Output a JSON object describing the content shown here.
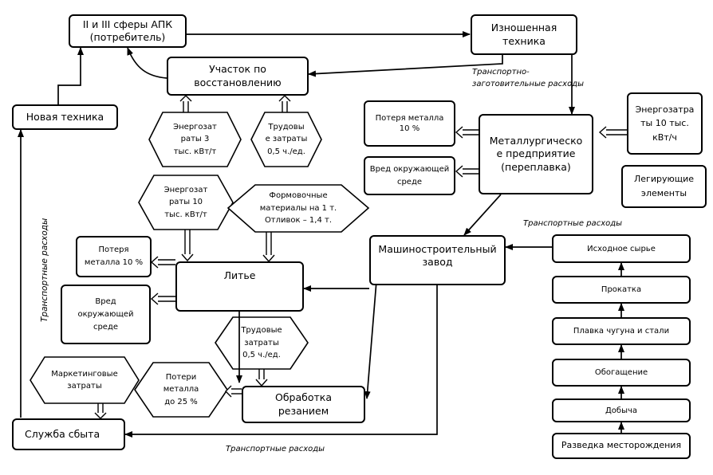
{
  "nodes": {
    "apk": "II и III сферы АПК\n(потребитель)",
    "worn": "Изношенная\nтехника",
    "restore": "Участок по\nвосстановлению",
    "newtech": "Новая техника",
    "metal_loss_1": "Потеря металла\n10 %",
    "metallurgy": "Металлургическо\nе предприятие\n(переплавка)",
    "energy_10_right": "Энергозатра\nты 10 тыс.\nкВт/ч",
    "env_harm_1": "Вред окружающей\nсреде",
    "alloy": "Легирующие\nэлементы",
    "energy_3": "Энергозат\nраты 3\nтыс. кВт/т",
    "labor_restore": "Трудовы\nе затраты\n0,5 ч./ед.",
    "energy_10_cast": "Энергозат\nраты 10\nтыс. кВт/т",
    "molding": "Формовочные\nматериалы на 1 т.\nОтливок – 1,4 т.",
    "machine_plant": "Машиностроительный\nзавод",
    "metal_loss_2": "Потеря\nметалла 10 %",
    "casting": "Литье",
    "env_harm_2": "Вред\nокружающей\nсреде",
    "labor_cut": "Трудовые\nзатраты\n0,5 ч./ед.",
    "marketing": "Маркетинговые\nзатраты",
    "metal_loss_25": "Потери\nметалла\nдо 25 %",
    "machining": "Обработка\nрезанием",
    "sales": "Служба сбыта",
    "raw": "Исходное сырье",
    "rolling": "Прокатка",
    "smelting": "Плавка чугуна и стали",
    "enrichment": "Обогащение",
    "mining": "Добыча",
    "exploration": "Разведка месторождения"
  },
  "labels": {
    "transport_procurement": "Транспортно-\nзаготовительные расходы",
    "transport_right": "Транспортные расходы",
    "transport_bottom": "Транспортные  расходы",
    "transport_vertical": "Транспортные  расходы"
  }
}
